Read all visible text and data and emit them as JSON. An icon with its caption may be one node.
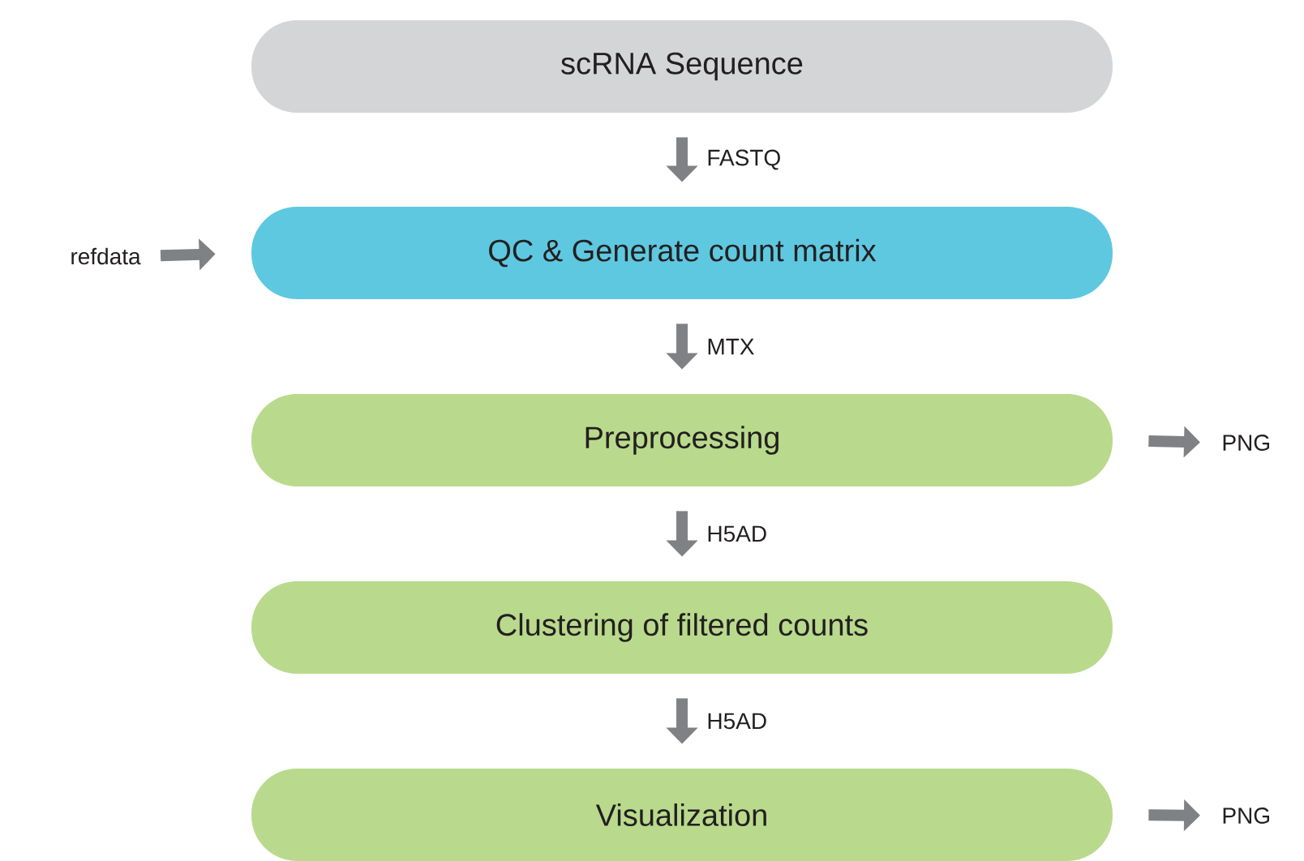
{
  "diagram": {
    "nodes": [
      {
        "text": [
          "scRNA Sequence"
        ]
      },
      {
        "text": [
          "QC & Generate count matrix"
        ]
      },
      {
        "text": [
          "Preprocessing"
        ]
      },
      {
        "text": [
          "Clustering of filtered counts"
        ]
      },
      {
        "text": [
          "Visualization"
        ]
      },
      {
        "text": [
          "refdata"
        ]
      },
      {
        "text": [
          "PNG"
        ]
      },
      {
        "text": [
          "PNG"
        ]
      }
    ],
    "edges": [
      {
        "from": 0,
        "to": 1,
        "arrow": "to",
        "label": "FASTQ"
      },
      {
        "from": 1,
        "to": 2,
        "arrow": "to",
        "label": "MTX"
      },
      {
        "from": 2,
        "to": 3,
        "arrow": "to",
        "label": "H5AD"
      },
      {
        "from": 3,
        "to": 4,
        "arrow": "to",
        "label": "H5AD"
      },
      {
        "from": 5,
        "to": 1,
        "arrow": "to"
      },
      {
        "from": 2,
        "to": 6,
        "arrow": "to"
      },
      {
        "from": 4,
        "to": 7,
        "arrow": "to"
      }
    ]
  }
}
